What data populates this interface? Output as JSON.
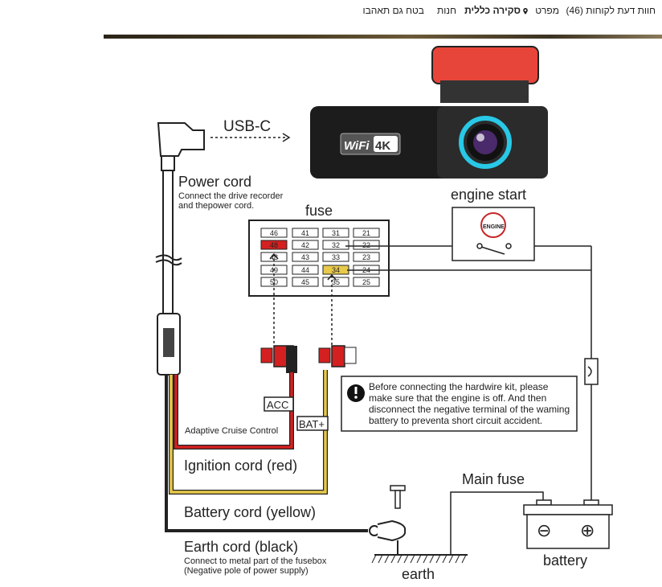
{
  "nav": {
    "reviews": "חוות דעת לקוחות (46)",
    "specs": "מפרט",
    "overview": "סקירה כללית",
    "store": "חנות",
    "shop_safely": "בטח גם תאהבו"
  },
  "diagram": {
    "usb_label": "USB-C",
    "power_cord_title": "Power cord",
    "power_cord_desc1": "Connect the drive recorder",
    "power_cord_desc2": "and thepower cord.",
    "fuse_title": "fuse",
    "engine_start": "engine start",
    "engine_badge": "ENGINE",
    "wifi_badge": "WiFi",
    "k4_badge": "4K",
    "fuse_cells": [
      "46",
      "41",
      "31",
      "21",
      "48",
      "42",
      "32",
      "22",
      "48",
      "43",
      "33",
      "23",
      "49",
      "44",
      "34",
      "24",
      "50",
      "45",
      "35",
      "25"
    ],
    "acc_label": "ACC",
    "bat_label": "BAT+",
    "warning_line1": "Before connecting the hardwire kit, please",
    "warning_line2": "make sure that the engine is off. And then",
    "warning_line3": "disconnect the negative terminal of the waming",
    "warning_line4": "battery to preventa short circuit accident.",
    "acc_cruise": "Adaptive Cruise Control",
    "ignition_cord": "Ignition cord (red)",
    "battery_cord": "Battery cord (yellow)",
    "earth_cord": "Earth cord (black)",
    "earth_desc1": "Connect to metal part of the fusebox",
    "earth_desc2": "(Negative pole of power supply)",
    "main_fuse": "Main fuse",
    "battery": "battery",
    "earth": "earth",
    "minus": "⊖",
    "plus": "⊕"
  },
  "colors": {
    "red": "#d42020",
    "yellow": "#e8c94a",
    "camera_accent": "#e8453a",
    "ring": "#28c8e6"
  }
}
